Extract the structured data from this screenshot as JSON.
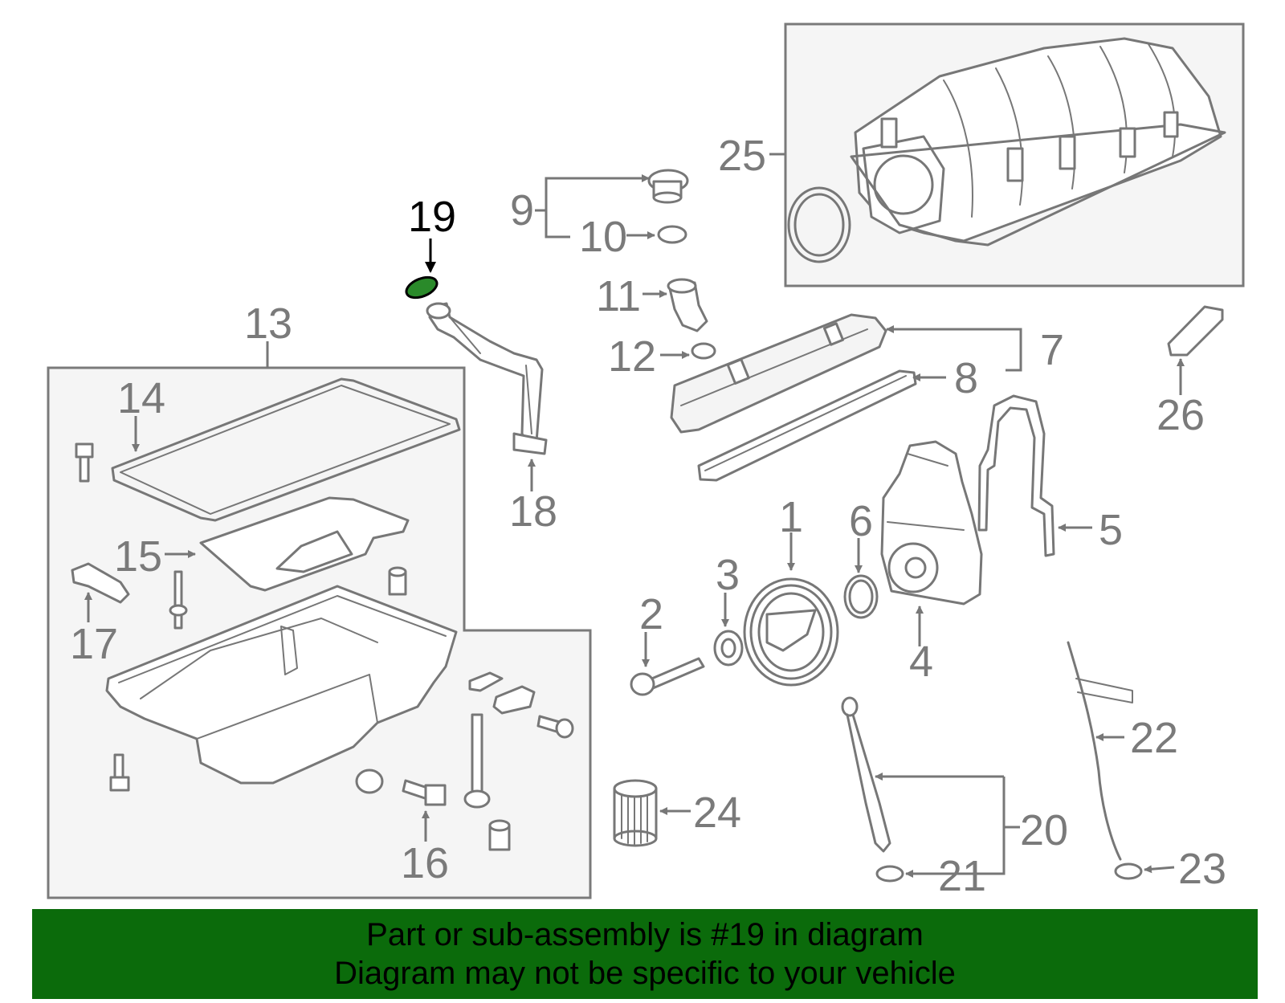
{
  "labels": {
    "l1": "1",
    "l2": "2",
    "l3": "3",
    "l4": "4",
    "l5": "5",
    "l6": "6",
    "l7": "7",
    "l8": "8",
    "l9": "9",
    "l10": "10",
    "l11": "11",
    "l12": "12",
    "l13": "13",
    "l14": "14",
    "l15": "15",
    "l16": "16",
    "l17": "17",
    "l18": "18",
    "l19": "19",
    "l20": "20",
    "l21": "21",
    "l22": "22",
    "l23": "23",
    "l24": "24",
    "l25": "25",
    "l26": "26"
  },
  "highlight": {
    "part_number": "19",
    "color": "#2a8a2a"
  },
  "banner": {
    "line1": "Part or sub-assembly is #19 in diagram",
    "line2": "Diagram may not be specific to your vehicle",
    "background": "#0b6b0b"
  }
}
